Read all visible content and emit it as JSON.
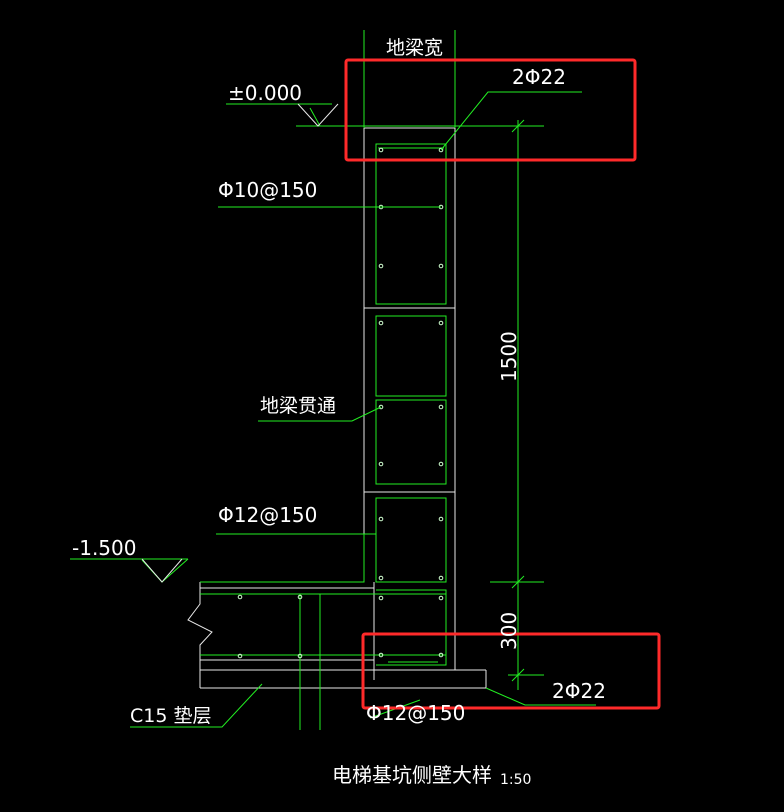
{
  "labels": {
    "beam_width": "地梁宽",
    "top_rebar": "2Φ22",
    "elevation_top": "±0.000",
    "stirrup": "Φ10@150",
    "beam_through": "地梁贯通",
    "wall_rebar": "Φ12@150",
    "elevation_bottom": "-1.500",
    "bottom_rebar_spacing": "Φ12@150",
    "bottom_rebar": "2Φ22",
    "cushion": "C15 垫层",
    "dim_height": "1500",
    "dim_bottom": "300",
    "title": "电梯基坑侧壁大样",
    "scale": "1:50"
  },
  "colors": {
    "background": "#000000",
    "line_green": "#00ff00",
    "line_white": "#ffffff",
    "highlight_box": "#ff2a2a"
  }
}
